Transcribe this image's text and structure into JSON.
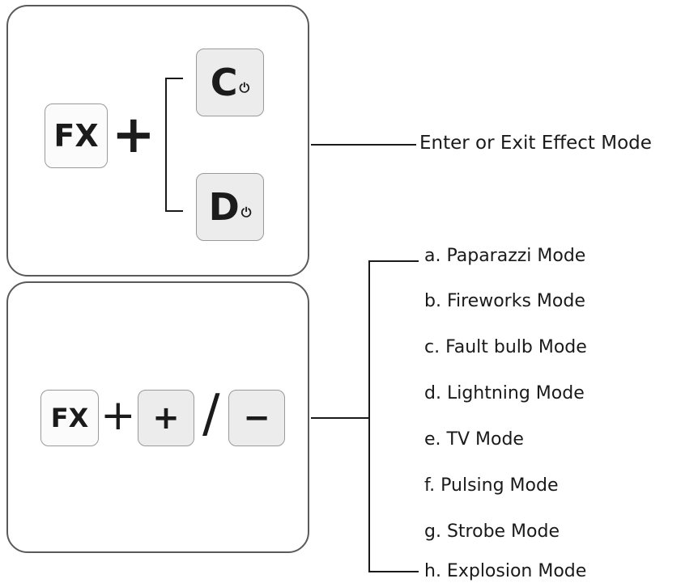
{
  "combo_exit": {
    "fx_key": "FX",
    "plus": "+",
    "key_c": "C",
    "key_d": "D",
    "power_symbol": "⏻",
    "description": "Enter or Exit Effect Mode"
  },
  "combo_modes": {
    "fx_key": "FX",
    "plus": "+",
    "key_plus": "+",
    "slash": "/",
    "key_minus": "−",
    "modes": [
      "a. Paparazzi Mode",
      "b. Fireworks Mode",
      "c. Fault bulb Mode",
      "d. Lightning Mode",
      "e. TV Mode",
      "f. Pulsing Mode",
      "g. Strobe Mode",
      "h. Explosion Mode"
    ]
  },
  "colors": {
    "stroke": "#1a1a1a",
    "panel_border": "#5a5a5a",
    "key_border": "#9a9a9a",
    "key_fill_grey": "#ececec"
  }
}
